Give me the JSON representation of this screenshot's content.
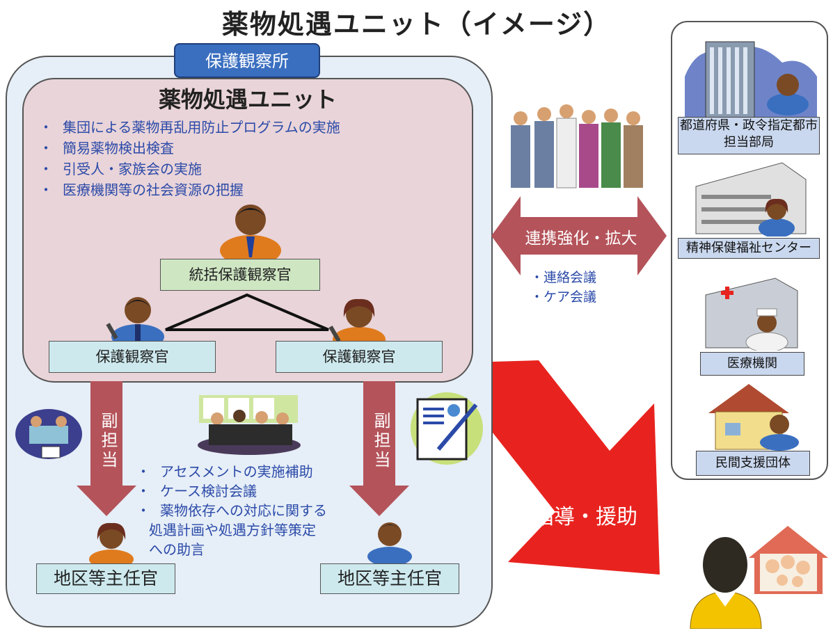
{
  "title": "薬物処遇ユニット（イメージ）",
  "office_label": "保護観察所",
  "unit": {
    "title": "薬物処遇ユニット",
    "bullets": [
      "集団による薬物再乱用防止プログラムの実施",
      "簡易薬物検出検査",
      "引受人・家族会の実施",
      "医療機関等の社会資源の把握"
    ],
    "lead_officer": "統括保護観察官",
    "officer_left": "保護観察官",
    "officer_right": "保護観察官"
  },
  "sub_charge_label": "副担当",
  "support_bullets": [
    "アセスメントの実施補助",
    "ケース検討会議",
    "薬物依存への対応に関する"
  ],
  "support_continuation": [
    "処遇計画や処遇方針等策定",
    "への助言"
  ],
  "area_officer_left": "地区等主任官",
  "area_officer_right": "地区等主任官",
  "cooperation": {
    "label": "連携強化・拡大",
    "items": [
      "・連絡会議",
      "・ケア会議"
    ]
  },
  "guidance_label": "指導・援助",
  "organizations": [
    "都道府県・政令指定都市",
    "担当部局",
    "精神保健福祉センター",
    "医療機関",
    "民間支援団体"
  ],
  "colors": {
    "office_blue": "#3a6fc0",
    "unit_pink": "#e9d4d9",
    "outer_blue": "#e6eef7",
    "arrow_maroon": "#b4535a",
    "guidance_red": "#e8231f",
    "text_blue": "#2b4aa8"
  }
}
